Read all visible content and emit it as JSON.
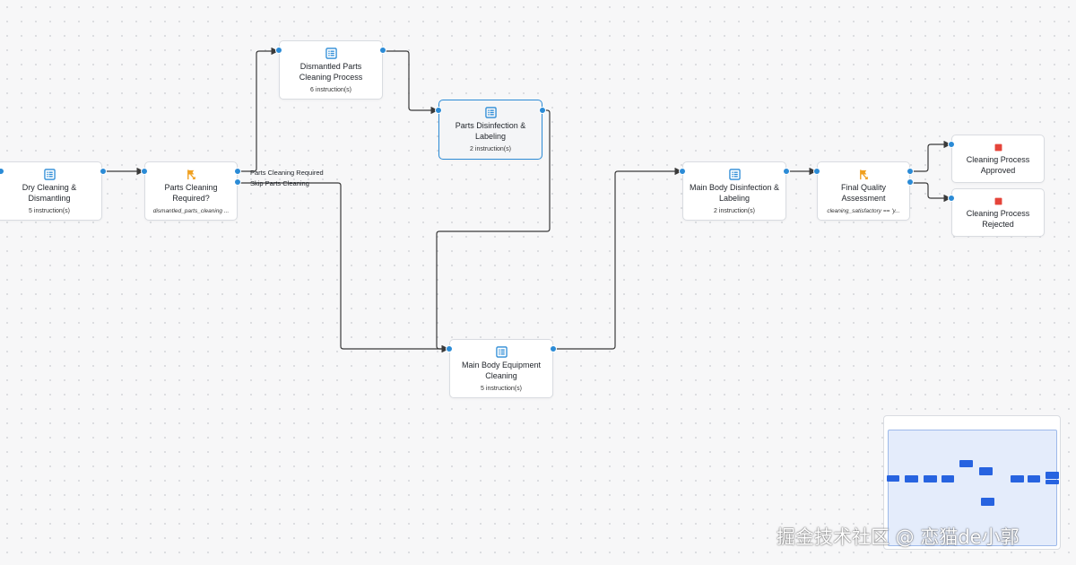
{
  "canvas": {
    "background": "#f7f7f8",
    "edge_color": "#3a3a3a",
    "port_color": "#2b8bd6",
    "selection_color": "#2b8bd6"
  },
  "nodes": [
    {
      "id": "dry_cleaning",
      "kind": "task",
      "icon": "list-icon",
      "title": "Dry Cleaning & Dismantling",
      "sub": "5 instruction(s)"
    },
    {
      "id": "parts_cleaning_required",
      "kind": "condition",
      "icon": "branch-icon",
      "title": "Parts Cleaning Required?",
      "sub": "dismantled_parts_cleaning ..."
    },
    {
      "id": "dismantled_parts",
      "kind": "task",
      "icon": "list-icon",
      "title": "Dismantled Parts Cleaning Process",
      "sub": "6 instruction(s)"
    },
    {
      "id": "parts_disinfection",
      "kind": "task",
      "icon": "list-icon",
      "title": "Parts Disinfection & Labeling",
      "sub": "2 instruction(s)",
      "selected": true
    },
    {
      "id": "main_body_cleaning",
      "kind": "task",
      "icon": "list-icon",
      "title": "Main Body Equipment Cleaning",
      "sub": "5 instruction(s)"
    },
    {
      "id": "main_body_disinfection",
      "kind": "task",
      "icon": "list-icon",
      "title": "Main Body Disinfection & Labeling",
      "sub": "2 instruction(s)"
    },
    {
      "id": "final_quality",
      "kind": "condition",
      "icon": "branch-icon",
      "title": "Final Quality Assessment",
      "sub": "cleaning_satisfactory == 'y..."
    },
    {
      "id": "approved",
      "kind": "end",
      "icon": "stop-icon",
      "title": "Cleaning Process Approved",
      "sub": ""
    },
    {
      "id": "rejected",
      "kind": "end",
      "icon": "stop-icon",
      "title": "Cleaning Process Rejected",
      "sub": ""
    }
  ],
  "branch_labels": {
    "parts_cleaning_required": "Parts Cleaning Required",
    "skip_parts_cleaning": "Skip Parts Cleaning"
  },
  "edges": [
    {
      "from": "dry_cleaning",
      "to": "parts_cleaning_required"
    },
    {
      "from": "parts_cleaning_required",
      "to": "dismantled_parts",
      "label": "Parts Cleaning Required"
    },
    {
      "from": "parts_cleaning_required",
      "to": "main_body_cleaning",
      "label": "Skip Parts Cleaning"
    },
    {
      "from": "dismantled_parts",
      "to": "parts_disinfection"
    },
    {
      "from": "parts_disinfection",
      "to": "main_body_cleaning"
    },
    {
      "from": "main_body_cleaning",
      "to": "main_body_disinfection"
    },
    {
      "from": "main_body_disinfection",
      "to": "final_quality"
    },
    {
      "from": "final_quality",
      "to": "approved"
    },
    {
      "from": "final_quality",
      "to": "rejected"
    }
  ],
  "watermark": "掘金技术社区 @ 恋猫de小郭"
}
